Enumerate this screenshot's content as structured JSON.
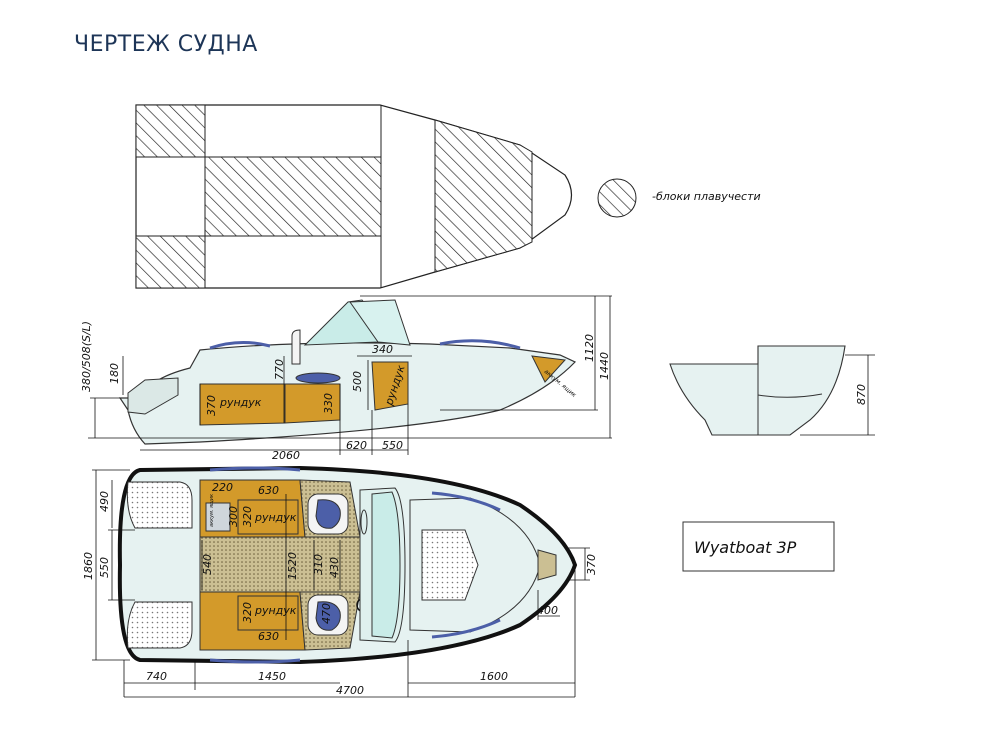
{
  "page": {
    "title": "ЧЕРТЕЖ СУДНА"
  },
  "legend": {
    "label": "-блоки плавучести"
  },
  "side_view": {
    "dims": {
      "h_380_508": "380/508(S/L)",
      "h_180": "180",
      "h_770": "770",
      "h_370": "370",
      "h_330": "330",
      "h_500": "500",
      "h_1120": "1120",
      "h_1440": "1440",
      "w_340": "340",
      "w_2060": "2060",
      "w_620": "620",
      "w_550": "550"
    },
    "labels": {
      "chest_a": "рундук",
      "chest_b": "рундук",
      "battery": "аккум. ящик"
    }
  },
  "transom_view": {
    "dims": {
      "h_870": "870"
    }
  },
  "top_view": {
    "dims": {
      "w_220": "220",
      "w_630_top": "630",
      "w_630_bottom": "630",
      "h_300": "300",
      "h_320_top": "320",
      "h_320_bottom": "320",
      "h_540": "540",
      "h_1520": "1520",
      "h_310": "310",
      "h_430": "430",
      "h_470": "470",
      "h_490": "490",
      "h_550": "550",
      "h_1860": "1860",
      "h_370": "370",
      "w_400": "400",
      "w_740": "740",
      "w_1450": "1450",
      "w_1600": "1600",
      "w_4700": "4700"
    },
    "labels": {
      "chest_top": "рундук",
      "chest_bottom": "рундук",
      "battery": "аккум. ящик"
    }
  },
  "model_box": {
    "name": "Wyatboat 3P"
  },
  "colors": {
    "title": "#1d3557",
    "hull_fill": "#e6f2f1",
    "chest": "#d39a2a",
    "glass": "#c9ece8",
    "deck_dots": "#c9b98a",
    "trim_blue": "#4c5fa8"
  }
}
